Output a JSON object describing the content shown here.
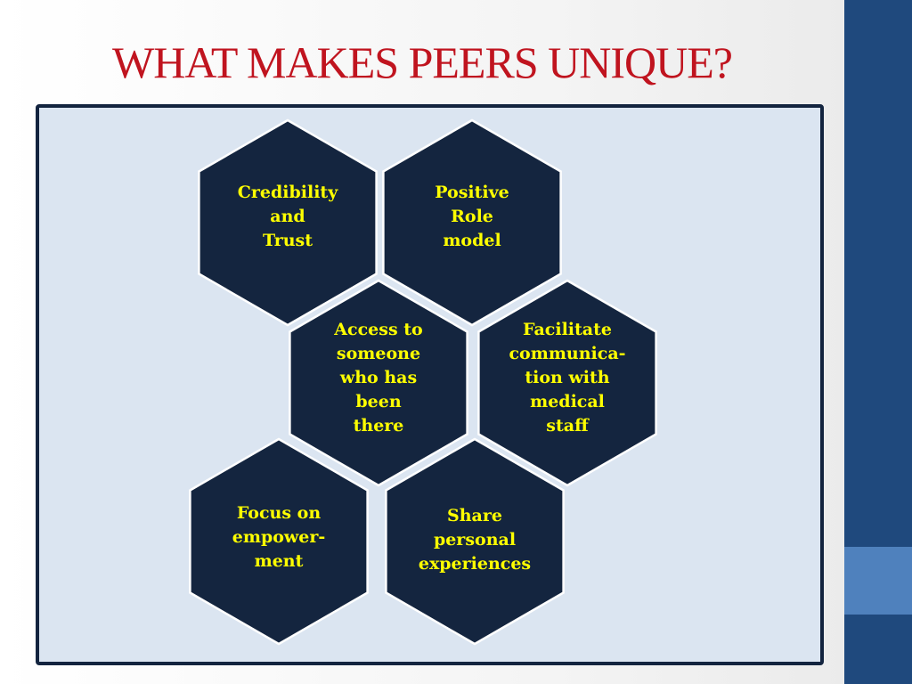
{
  "slide": {
    "title": "WHAT MAKES PEERS UNIQUE?",
    "colors": {
      "title": "#c0141f",
      "hex_fill": "#14253f",
      "hex_text": "#ffff00",
      "panel_bg": "#dbe5f1",
      "sidebar": "#1f497d",
      "sidebar_accent": "#4f81bd"
    }
  },
  "hexagons": [
    {
      "id": "credibility",
      "lines": [
        "Credibility",
        "and",
        "Trust"
      ]
    },
    {
      "id": "role-model",
      "lines": [
        "Positive",
        "Role",
        "model"
      ]
    },
    {
      "id": "access",
      "lines": [
        "Access to",
        "someone",
        "who has",
        "been",
        "there"
      ]
    },
    {
      "id": "facilitate",
      "lines": [
        "Facilitate",
        "communica-",
        "tion with",
        "medical",
        "staff"
      ]
    },
    {
      "id": "empowerment",
      "lines": [
        "Focus on",
        "empower-",
        "ment"
      ]
    },
    {
      "id": "share",
      "lines": [
        "Share",
        "personal",
        "experiences"
      ]
    }
  ]
}
